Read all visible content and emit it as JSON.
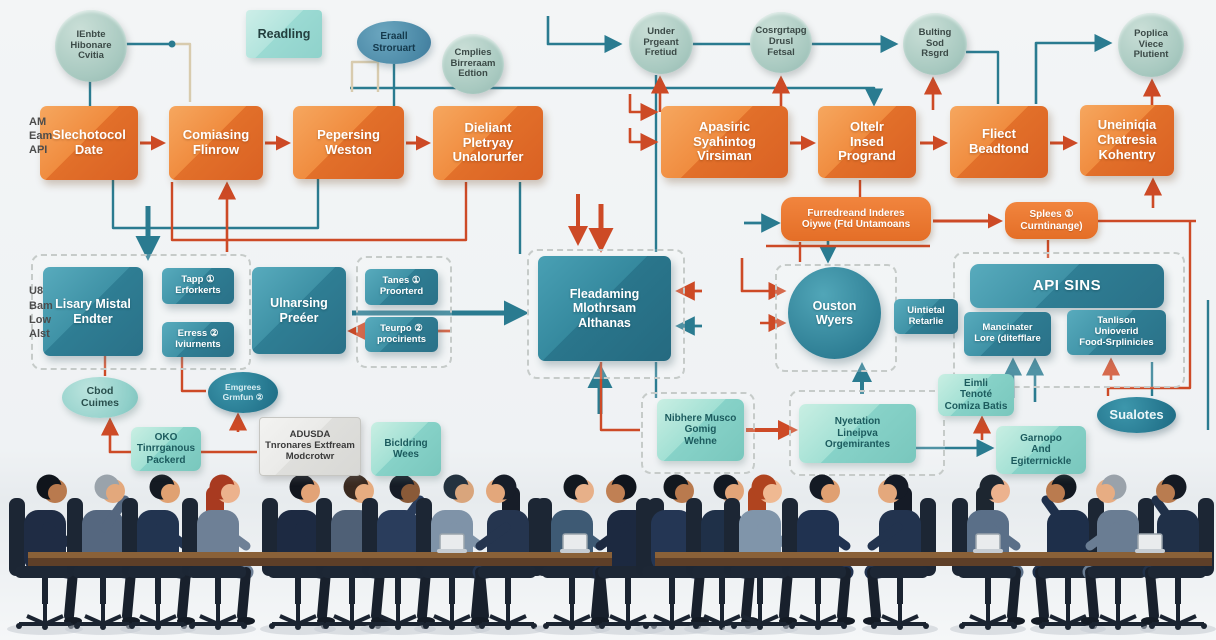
{
  "palette": {
    "box_orange": "#e8792e",
    "box_teal": "#2f7f95",
    "box_mint": "#8fd6cc",
    "circle_sage": "#aecfc6",
    "arrow_orange": "#cd4a26",
    "arrow_teal": "#2a7b90",
    "line_beige": "#d8cbae",
    "background": "#f1f3f4"
  },
  "nodes": [
    {
      "id": "c1",
      "name": "circle-ienbte",
      "type": "circle",
      "lines": [
        "IEnbte",
        "Hibonare",
        "Cvitia"
      ]
    },
    {
      "id": "reading",
      "name": "box-readling",
      "type": "mintlg",
      "lines": [
        "Readling"
      ]
    },
    {
      "id": "eblue",
      "name": "ellipse-eraall",
      "type": "eblue",
      "lines": [
        "Eraall",
        "Stroruart"
      ]
    },
    {
      "id": "cmplies",
      "name": "circle-cmplies",
      "type": "circle",
      "lines": [
        "Cmplies",
        "Birreraam",
        "Edtion"
      ]
    },
    {
      "id": "under",
      "name": "circle-under-prgeant",
      "type": "circle",
      "lines": [
        "Under",
        "Prgeant",
        "Fretiud"
      ]
    },
    {
      "id": "cosr",
      "name": "circle-cosrgrtapg",
      "type": "circle",
      "lines": [
        "Cosrgrtapg",
        "Drusl",
        "Fetsal"
      ]
    },
    {
      "id": "bulting",
      "name": "circle-bulting",
      "type": "circle",
      "lines": [
        "Bulting",
        "Sod",
        "Rsgrd"
      ]
    },
    {
      "id": "poplica",
      "name": "circle-poplica",
      "type": "circle",
      "lines": [
        "Poplica",
        "Viece",
        "Plutient"
      ]
    },
    {
      "id": "slech",
      "name": "box-slechotocol",
      "type": "orange",
      "lines": [
        "Slechotocol",
        "Date"
      ]
    },
    {
      "id": "comi",
      "name": "box-comiasing",
      "type": "orange",
      "lines": [
        "Comiasing",
        "Flinrow"
      ]
    },
    {
      "id": "peper",
      "name": "box-pepersing",
      "type": "orange",
      "lines": [
        "Pepersing",
        "Weston"
      ]
    },
    {
      "id": "diel",
      "name": "box-dieliant",
      "type": "orange",
      "lines": [
        "Dieliant",
        "Pletryay",
        "Unalorurfer"
      ]
    },
    {
      "id": "apas",
      "name": "box-apasiric",
      "type": "orange",
      "lines": [
        "Apasiric",
        "Syahintog",
        "Virsiman"
      ]
    },
    {
      "id": "oltelr",
      "name": "box-oltelr",
      "type": "orange",
      "lines": [
        "Oltelr",
        "Insed",
        "Progrand"
      ]
    },
    {
      "id": "fliect",
      "name": "box-fliect",
      "type": "orange",
      "lines": [
        "Fliect",
        "Beadtond"
      ]
    },
    {
      "id": "unein",
      "name": "box-uneiniqia",
      "type": "orange",
      "lines": [
        "Uneiniqia",
        "Chatresia",
        "Kohentry"
      ]
    },
    {
      "id": "lisary",
      "name": "box-lisary-mistal",
      "type": "teal",
      "lines": [
        "Lisary Mistal",
        "Endter"
      ]
    },
    {
      "id": "tapp",
      "name": "box-tapp",
      "type": "tealsm",
      "lines": [
        "Tapp ①",
        "Erforkerts"
      ]
    },
    {
      "id": "erress",
      "name": "box-erress",
      "type": "tealsm",
      "lines": [
        "Erress ②",
        "Iviurnents"
      ]
    },
    {
      "id": "ulnar",
      "name": "box-ulnarsing",
      "type": "teal",
      "lines": [
        "Ulnarsing",
        "Preéer"
      ]
    },
    {
      "id": "tanes",
      "name": "box-tanes",
      "type": "tealsm",
      "lines": [
        "Tanes ①",
        "Proorterd"
      ]
    },
    {
      "id": "teurpo",
      "name": "box-teurpo",
      "type": "tealsm",
      "lines": [
        "Teurpo ②",
        "procirients"
      ]
    },
    {
      "id": "flead",
      "name": "box-fleadaming",
      "type": "tealbig",
      "lines": [
        "Fleadaming",
        "Mlothrsam",
        "Althanas"
      ]
    },
    {
      "id": "ouston",
      "name": "circle-ouston-wyers",
      "type": "tealcircle",
      "lines": [
        "Ouston",
        "Wyers"
      ]
    },
    {
      "id": "uintietal",
      "name": "box-uintietal",
      "type": "tealsm",
      "lines": [
        "Uintietal",
        "Retarlie"
      ]
    },
    {
      "id": "apisins",
      "name": "box-api-sins",
      "type": "tealhead",
      "lines": [
        "API SINS"
      ]
    },
    {
      "id": "mancin",
      "name": "box-mancinater",
      "type": "tealsm",
      "lines": [
        "Mancinater",
        "Lore (ditefflare"
      ]
    },
    {
      "id": "tanlison",
      "name": "box-tanlison",
      "type": "tealsm",
      "lines": [
        "Tanlison",
        "Unioverid",
        "Food-Srplinicies"
      ]
    },
    {
      "id": "furred",
      "name": "callout-furredreand",
      "type": "callout",
      "lines": [
        "Furredreand Inderes",
        "Oiywe (Ftd Untamoans"
      ]
    },
    {
      "id": "splees",
      "name": "callout-splees",
      "type": "callout",
      "lines": [
        "Splees ①",
        "Curntinange)"
      ]
    },
    {
      "id": "cbod",
      "name": "ellipse-cbod",
      "type": "emint",
      "lines": [
        "Cbod",
        "Cuimes"
      ]
    },
    {
      "id": "emgrees",
      "name": "ellipse-emgrees",
      "type": "edark",
      "lines": [
        "Emgrees",
        "Grmfun ②"
      ]
    },
    {
      "id": "oko",
      "name": "box-oko",
      "type": "mint",
      "lines": [
        "OKO",
        "Tinrrganous",
        "Packerd"
      ]
    },
    {
      "id": "adusda",
      "name": "box-adusda",
      "type": "white",
      "lines": [
        "ADUSDA",
        "Tnronares Extfream",
        "Modcrotwr"
      ]
    },
    {
      "id": "bicl",
      "name": "box-bicldring",
      "type": "mint",
      "lines": [
        "Bicldring",
        "Wees"
      ]
    },
    {
      "id": "nibhere",
      "name": "box-nibhere",
      "type": "mint",
      "lines": [
        "Nibhere Musco",
        "Gomig",
        "Wehne"
      ]
    },
    {
      "id": "nyet",
      "name": "box-nyetation",
      "type": "mint",
      "lines": [
        "Nyetation",
        "Lineipva",
        "Orgemirantes"
      ]
    },
    {
      "id": "eimli",
      "name": "box-eimli",
      "type": "mint",
      "lines": [
        "Eimli",
        "Tenoté",
        "Comiza Batis"
      ]
    },
    {
      "id": "garno",
      "name": "box-garnopo",
      "type": "mint",
      "lines": [
        "Garnopo",
        "And",
        "Egiterrnickle"
      ]
    },
    {
      "id": "sualotes",
      "name": "ellipse-sualotes",
      "type": "edark2",
      "lines": [
        "Sualotes"
      ]
    },
    {
      "id": "label-am",
      "name": "label-am-eam-api",
      "type": "lbl",
      "lines": [
        "AM",
        "Eam",
        "API"
      ]
    },
    {
      "id": "label-u8",
      "name": "label-u8-bam-low-alst",
      "type": "lbl",
      "lines": [
        "U8",
        "Bam",
        "Low",
        "Alst"
      ]
    }
  ],
  "illustration": {
    "subject": "business-meeting-silhouettes",
    "people_count": 20,
    "laptop_count": 4
  }
}
